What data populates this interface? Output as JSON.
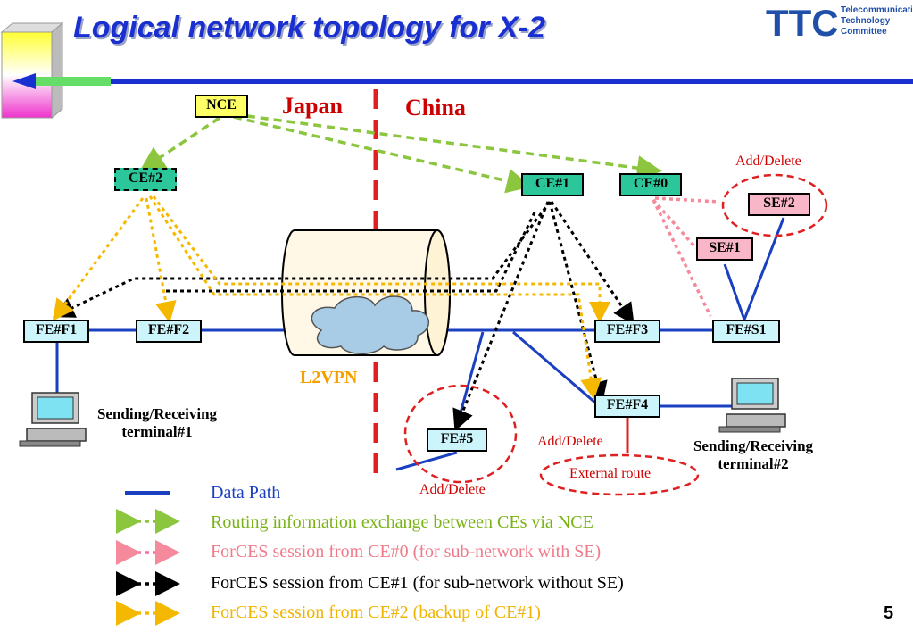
{
  "title": "Logical network topology for X-2",
  "logo": {
    "mark": "TTC",
    "lines": [
      "Telecommunication",
      "Technology",
      "Committee"
    ],
    "color": "#1f4fa8"
  },
  "regions": {
    "left": "Japan",
    "right": "China",
    "color": "#cc0000"
  },
  "nodes": {
    "nce": "NCE",
    "ce2": "CE#2",
    "ce1": "CE#1",
    "ce0": "CE#0",
    "se2": "SE#2",
    "se1": "SE#1",
    "fef1": "FE#F1",
    "fef2": "FE#F2",
    "fef3": "FE#F3",
    "fes1": "FE#S1",
    "fef4": "FE#F4",
    "fe5": "FE#5"
  },
  "l2vpn": "L2VPN",
  "annotations": {
    "add_delete_se": "Add/Delete",
    "add_delete_fe4": "Add/Delete",
    "add_delete_fe5": "Add/Delete",
    "external_route": "External route"
  },
  "terminals": {
    "t1": [
      "Sending/Receiving",
      "terminal#1"
    ],
    "t2": [
      "Sending/Receiving",
      "terminal#2"
    ]
  },
  "legend": [
    {
      "text": "Data Path",
      "color": "#1a3fc0"
    },
    {
      "text": "Routing information exchange between CEs via NCE",
      "color": "#7ab317"
    },
    {
      "text": "ForCES session from CE#0 (for sub-network with SE)",
      "color": "#f07a8a"
    },
    {
      "text": "ForCES session from CE#1 (for sub-network without SE)",
      "color": "#000000"
    },
    {
      "text": "ForCES session from CE#2 (backup of CE#1)",
      "color": "#f0b400"
    }
  ],
  "page_number": "5",
  "colors": {
    "data_path": "#1a3fc0",
    "green": "#8cc63f",
    "pink": "#f58a9c",
    "black": "#000000",
    "yellow": "#f5b800",
    "red_dash": "#e02020"
  }
}
